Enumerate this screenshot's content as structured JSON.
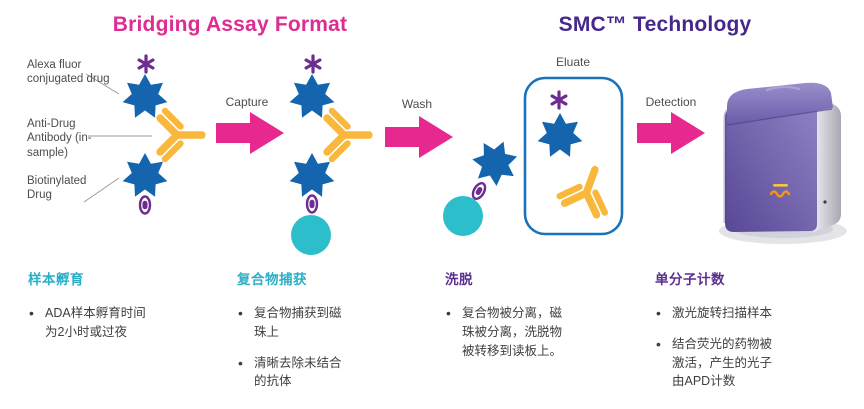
{
  "titles": {
    "left": "Bridging Assay Format",
    "right": "SMC™ Technology"
  },
  "diagram_labels": {
    "alexa": "Alexa fluor conjugated drug",
    "ada": "Anti-Drug Antibody (in-sample)",
    "biotin": "Biotinylated Drug"
  },
  "steps": {
    "capture": "Capture",
    "wash": "Wash",
    "eluate": "Eluate",
    "detection": "Detection"
  },
  "icons": {
    "asterisk": "fluor-asterisk-icon",
    "star": "drug-star-icon",
    "antibody": "antibody-y-icon",
    "biotin": "biotin-link-icon",
    "bead": "magnetic-bead-icon",
    "arrow": "process-arrow-icon",
    "instrument": "smc-instrument-image"
  },
  "colors": {
    "magenta": "#E6288F",
    "title_purple": "#46278C",
    "star_blue": "#1565AE",
    "antibody_yellow": "#F9B73B",
    "biotin_purple": "#6D2C90",
    "bead_teal": "#2CBECB",
    "heading_teal": "#2BAEC6",
    "heading_purple": "#5A2E91",
    "eluate_border_blue": "#1B72B8",
    "instrument_purple": "#6E5CA8"
  },
  "columns": [
    {
      "heading": "样本孵育",
      "heading_color": "#2BAEC6",
      "bullets": [
        "ADA样本孵育时间为2小时或过夜"
      ]
    },
    {
      "heading": "复合物捕获",
      "heading_color": "#2BAEC6",
      "bullets": [
        "复合物捕获到磁珠上",
        "清晰去除未结合的抗体"
      ]
    },
    {
      "heading": "洗脱",
      "heading_color": "#5A2E91",
      "bullets": [
        "复合物被分离，磁珠被分离，洗脱物被转移到读板上。"
      ]
    },
    {
      "heading": "单分子计数",
      "heading_color": "#5A2E91",
      "bullets": [
        "激光旋转扫描样本",
        "结合荧光的药物被激活，产生的光子由APD计数"
      ]
    }
  ]
}
